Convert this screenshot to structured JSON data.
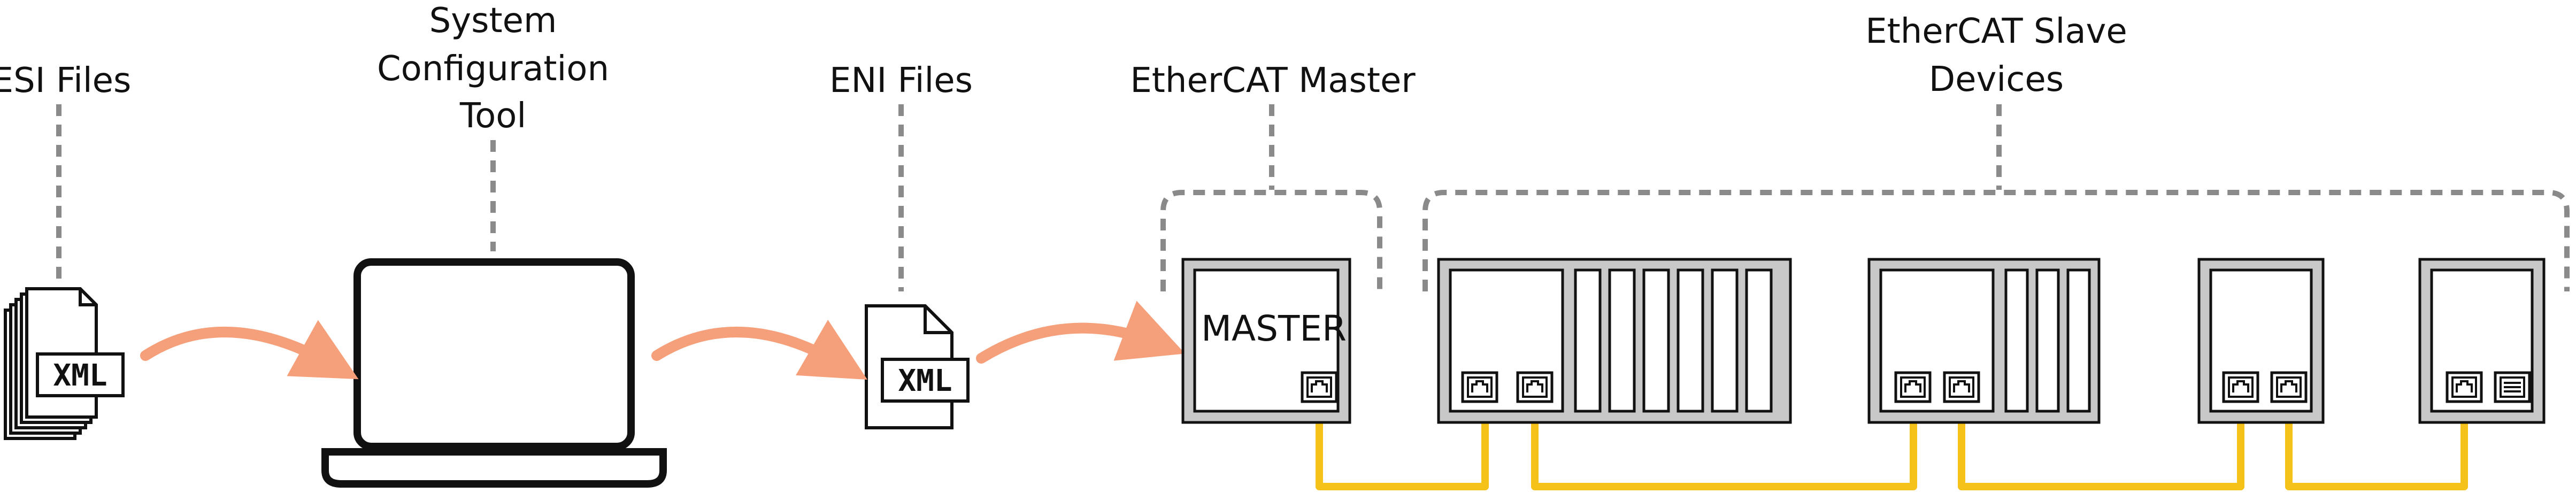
{
  "labels": {
    "esi_files": "ESI Files",
    "system_config_line1": "System",
    "system_config_line2": "Configuration",
    "system_config_line3": "Tool",
    "eni_files": "ENI Files",
    "ethercat_master": "EtherCAT Master",
    "slave_devices_line1": "EtherCAT Slave",
    "slave_devices_line2": "Devices"
  },
  "esi_icon": {
    "text": "XML"
  },
  "eni_icon": {
    "text": "XML"
  },
  "master": {
    "text": "MASTER"
  },
  "colors": {
    "arrow": "#f5a07a",
    "cable": "#f5c21a",
    "device_frame": "#c8c8c8",
    "outline": "#111111",
    "dashed": "#8a8a8a"
  }
}
